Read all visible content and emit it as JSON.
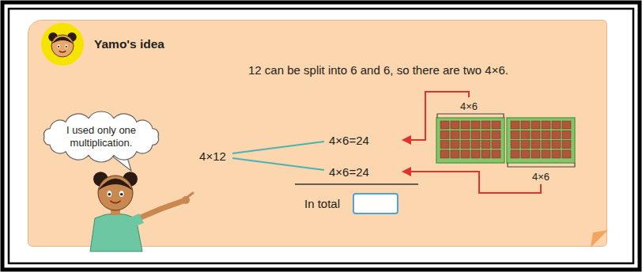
{
  "diagram": {
    "nodes": [
      {
        "text": [
          "Yamo's idea",
          "12 can be split into 6 and 6, so there are two 4×6."
        ]
      },
      {
        "text": [
          "I used only one multiplication."
        ],
        "in": 0
      },
      {
        "text": [
          "In total"
        ],
        "in": 0
      }
    ],
    "labels": [
      "4×12",
      "4×6=24",
      "4×6=24",
      "4×6",
      "4×6"
    ]
  }
}
